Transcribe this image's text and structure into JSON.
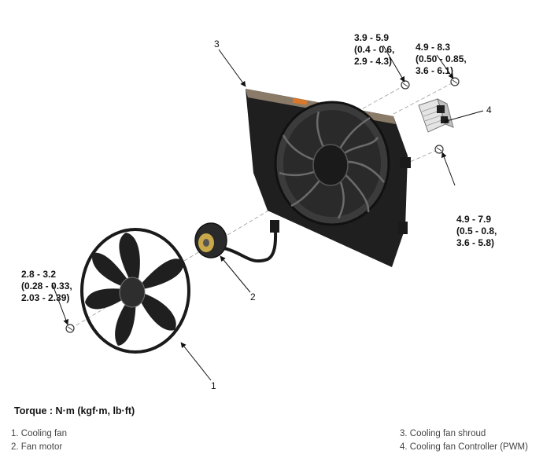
{
  "torque_specs": {
    "fan_bolt": [
      "2.8 - 3.2",
      "(0.28 - 0.33,",
      "2.03 - 2.39)"
    ],
    "shroud_bolt": [
      "3.9 - 5.9",
      "(0.4 - 0.6,",
      "2.9 - 4.3)"
    ],
    "controller_upper_bolt": [
      "4.9 - 8.3",
      "(0.50 - 0.85,",
      "3.6 - 6.1)"
    ],
    "controller_lower_bolt": [
      "4.9 - 7.9",
      "(0.5 - 0.8,",
      "3.6 - 5.8)"
    ]
  },
  "callouts": [
    "1",
    "2",
    "3",
    "4"
  ],
  "torque_unit_title": "Torque : N·m (kgf·m, lb·ft)",
  "legend": {
    "left": [
      "1. Cooling fan",
      "2. Fan motor"
    ],
    "right": [
      "3. Cooling fan shroud",
      "4. Cooling fan Controller (PWM)"
    ]
  }
}
